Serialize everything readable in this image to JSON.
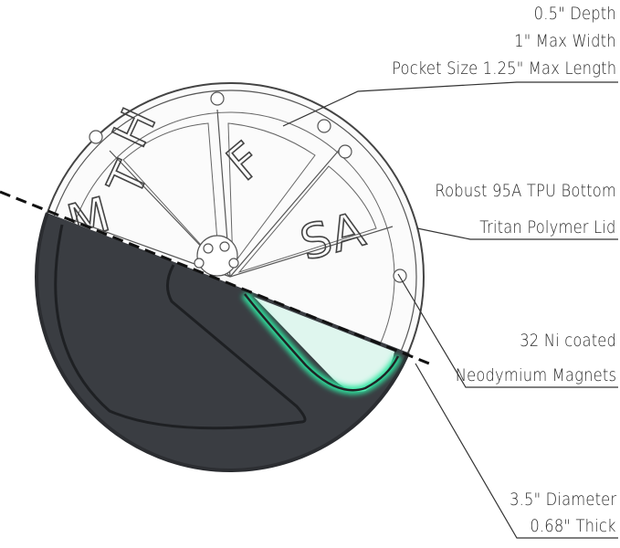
{
  "annotations": {
    "depth": "0.5\" Depth",
    "max_width": "1\" Max Width",
    "pocket_size": "Pocket Size  1.25\" Max Length",
    "bottom_material": "Robust 95A TPU Bottom",
    "lid_material": "Tritan Polymer Lid",
    "magnets_count": "32 Ni coated",
    "magnets_type": "Neodymium Magnets",
    "diameter": "3.5\" Diameter",
    "thickness": "0.68\" Thick"
  },
  "compartment_letters": [
    "M",
    "T",
    "H",
    "F",
    "SA"
  ],
  "colors": {
    "base": "#3a3d42",
    "base_edge": "#2b2d31",
    "lid_outline": "#444444",
    "glow": "#2fe6a0",
    "leader": "#333333"
  }
}
